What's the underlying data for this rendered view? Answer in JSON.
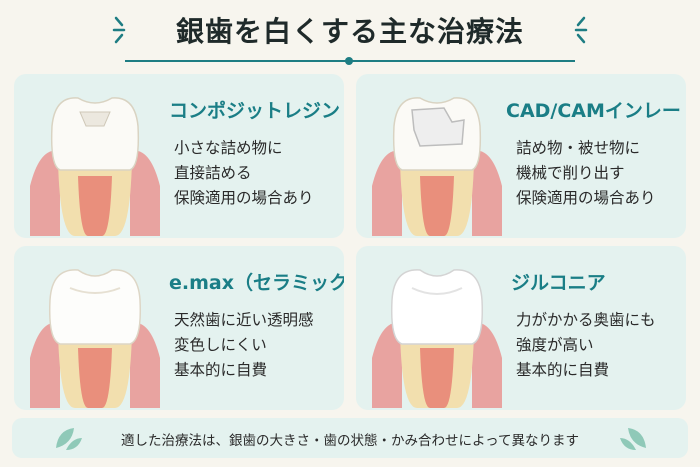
{
  "title": "銀歯を白くする主な治療法",
  "colors": {
    "accent": "#1a7e86",
    "card_bg": "#e4f2ef",
    "page_bg": "#f7f5ee"
  },
  "cards": [
    {
      "heading": "コンポジットレジン",
      "lines": [
        "小さな詰め物に",
        "直接詰める",
        "保険適用の場合あり"
      ],
      "crown": "filled-crown"
    },
    {
      "heading": "CAD/CAMインレー・冠",
      "lines": [
        "詰め物・被せ物に",
        "機械で削り出す",
        "保険適用の場合あり"
      ],
      "crown": "inlay-crown"
    },
    {
      "heading": "e.max（セラミック）",
      "lines": [
        "天然歯に近い透明感",
        "変色しにくい",
        "基本的に自費"
      ],
      "crown": "ceramic-crown"
    },
    {
      "heading": "ジルコニア",
      "lines": [
        "力がかかる奥歯にも",
        "強度が高い",
        "基本的に自費"
      ],
      "crown": "zirconia-crown"
    }
  ],
  "footer": {
    "note": "適した治療法は、銀歯の大きさ・歯の状態・かみ合わせによって異なります"
  }
}
